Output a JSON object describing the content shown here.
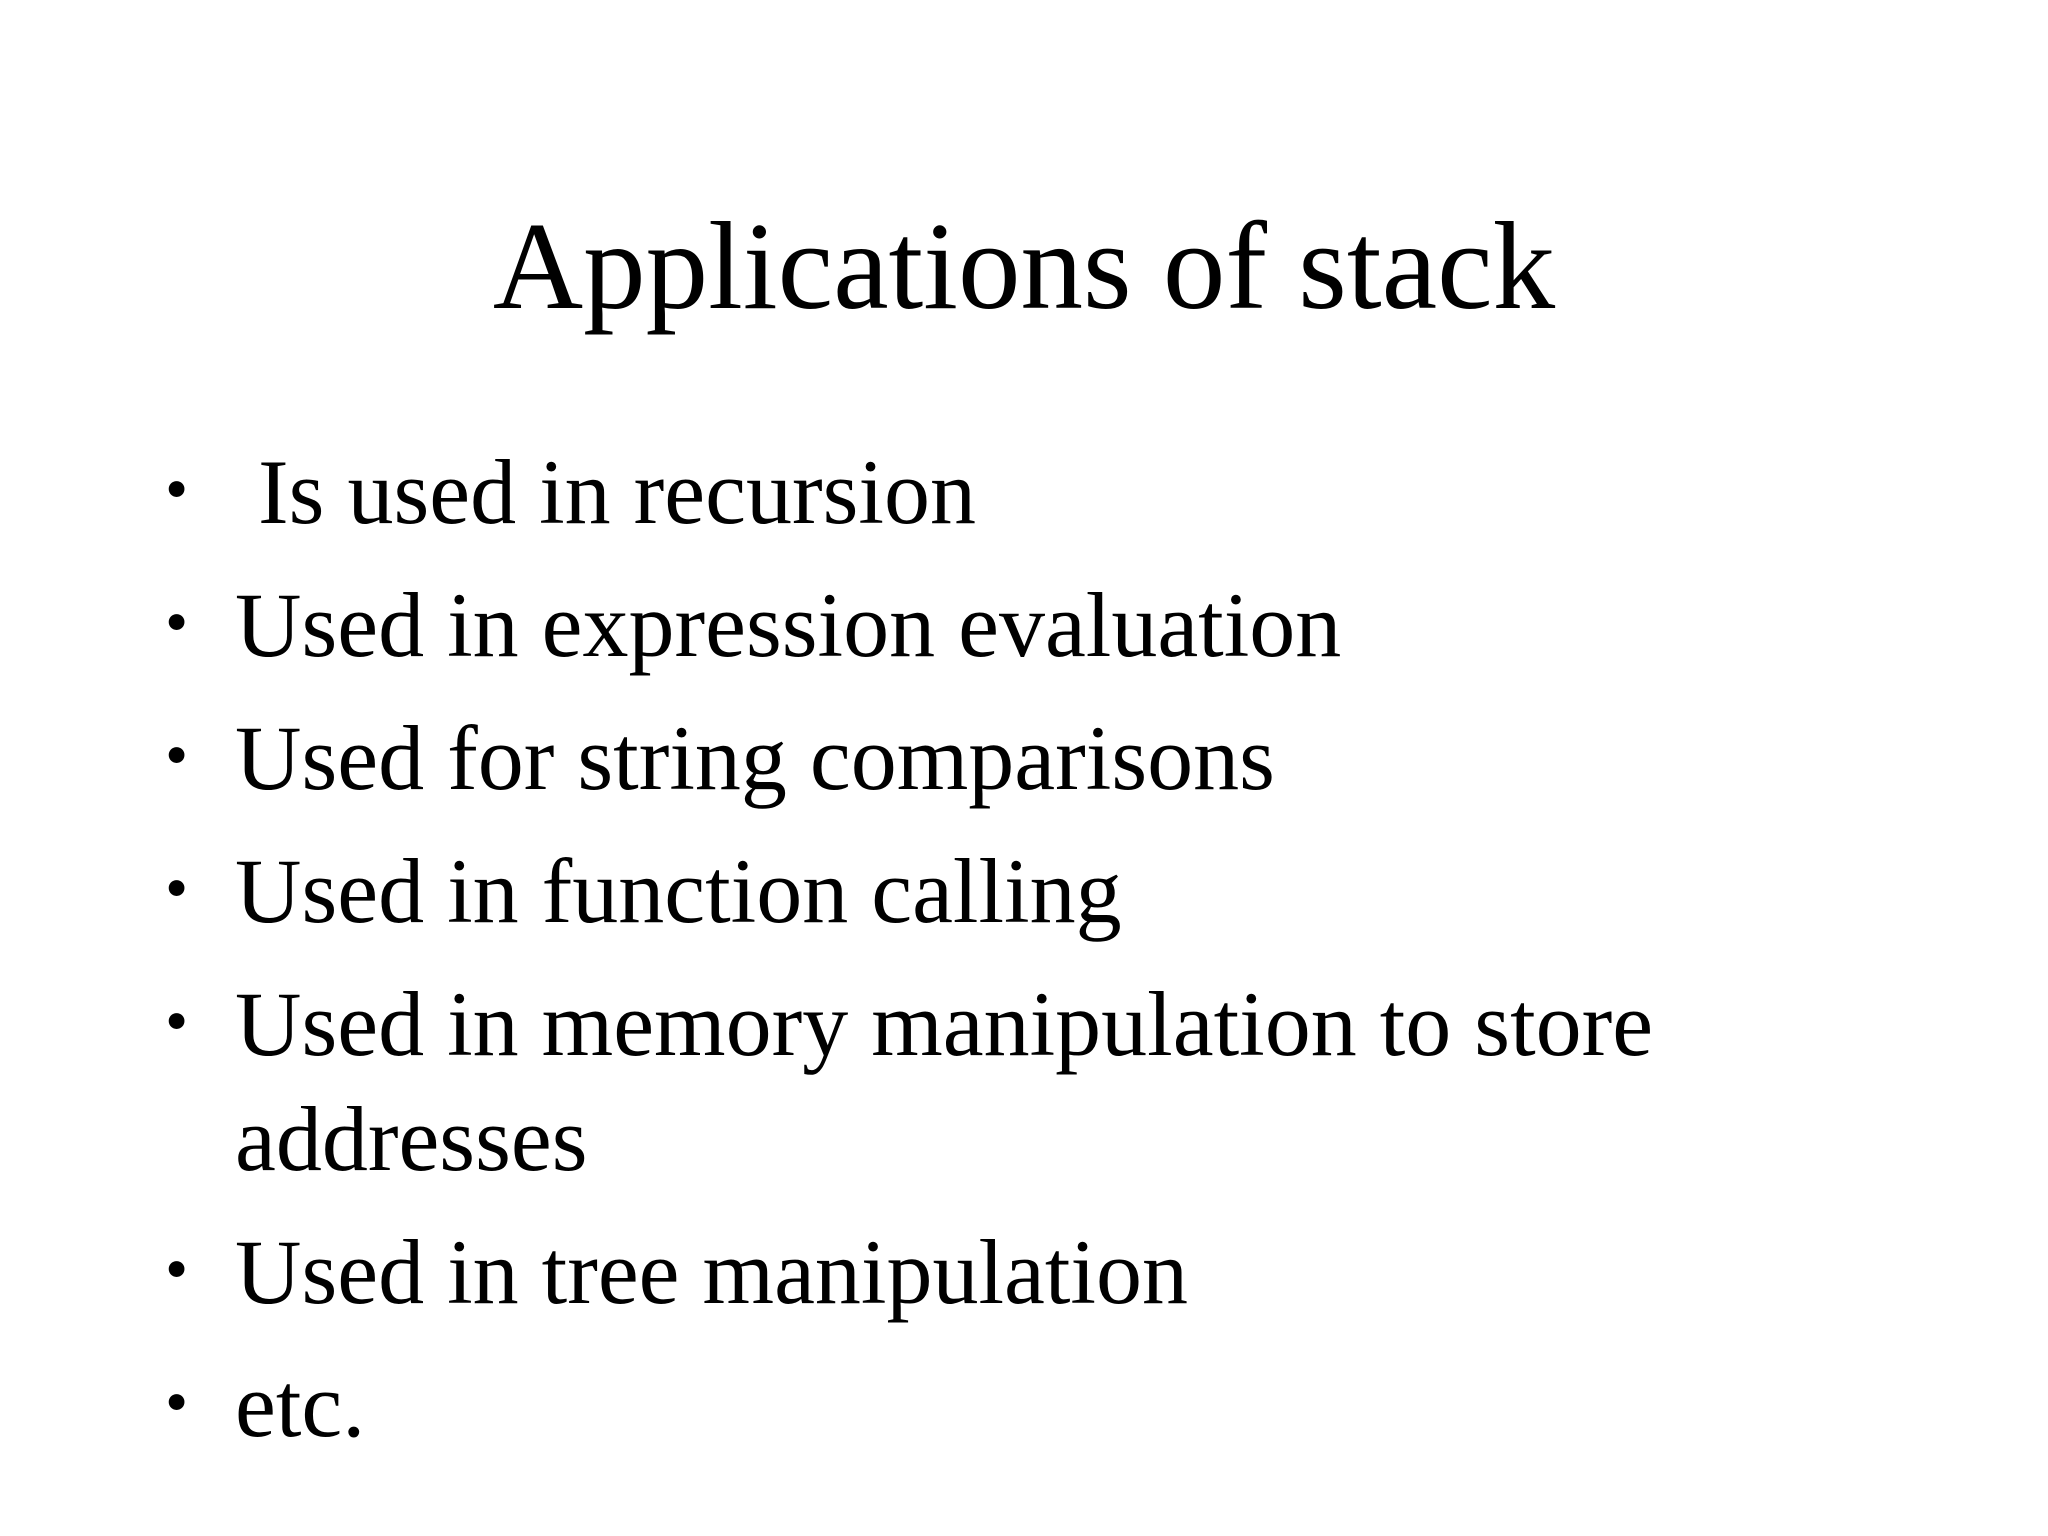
{
  "slide": {
    "title": "Applications of stack",
    "bullet_glyph": "•",
    "bullets": [
      " Is used in recursion",
      "Used in expression evaluation",
      "Used for string comparisons",
      "Used in function calling",
      "Used in memory manipulation to store addresses",
      "Used in tree manipulation",
      "etc."
    ],
    "colors": {
      "background": "#ffffff",
      "text": "#000000"
    }
  }
}
